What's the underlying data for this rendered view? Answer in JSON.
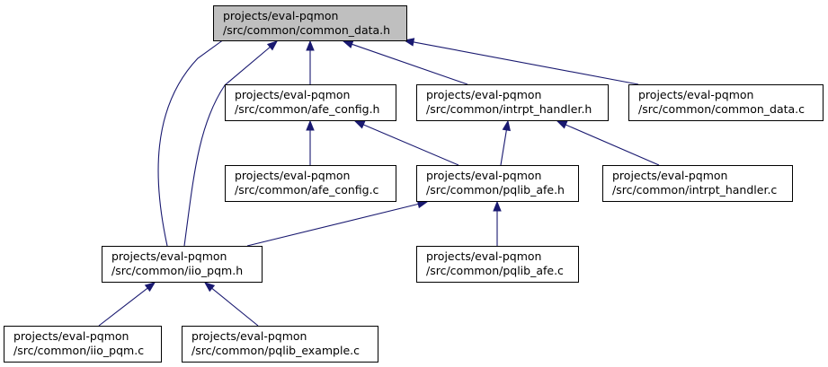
{
  "diagram": {
    "type": "include-dependency-graph",
    "colors": {
      "root_fill": "#bfbfbf",
      "node_fill": "#ffffff",
      "border": "#000000",
      "edge": "#191970"
    },
    "nodes": [
      {
        "id": "common_data_h",
        "line1": "projects/eval-pqmon",
        "line2": "/src/common/common_data.h",
        "root": true
      },
      {
        "id": "afe_config_h",
        "line1": "projects/eval-pqmon",
        "line2": "/src/common/afe_config.h"
      },
      {
        "id": "intrpt_handler_h",
        "line1": "projects/eval-pqmon",
        "line2": "/src/common/intrpt_handler.h"
      },
      {
        "id": "common_data_c",
        "line1": "projects/eval-pqmon",
        "line2": "/src/common/common_data.c"
      },
      {
        "id": "afe_config_c",
        "line1": "projects/eval-pqmon",
        "line2": "/src/common/afe_config.c"
      },
      {
        "id": "pqlib_afe_h",
        "line1": "projects/eval-pqmon",
        "line2": "/src/common/pqlib_afe.h"
      },
      {
        "id": "intrpt_handler_c",
        "line1": "projects/eval-pqmon",
        "line2": "/src/common/intrpt_handler.c"
      },
      {
        "id": "iio_pqm_h",
        "line1": "projects/eval-pqmon",
        "line2": "/src/common/iio_pqm.h"
      },
      {
        "id": "pqlib_afe_c",
        "line1": "projects/eval-pqmon",
        "line2": "/src/common/pqlib_afe.c"
      },
      {
        "id": "iio_pqm_c",
        "line1": "projects/eval-pqmon",
        "line2": "/src/common/iio_pqm.c"
      },
      {
        "id": "pqlib_example_c",
        "line1": "projects/eval-pqmon",
        "line2": "/src/common/pqlib_example.c"
      }
    ],
    "edges": [
      {
        "from": "afe_config_h",
        "to": "common_data_h"
      },
      {
        "from": "intrpt_handler_h",
        "to": "common_data_h"
      },
      {
        "from": "common_data_c",
        "to": "common_data_h"
      },
      {
        "from": "iio_pqm_h",
        "to": "common_data_h",
        "route": "left-outer"
      },
      {
        "from": "iio_pqm_h",
        "to": "common_data_h",
        "route": "left-inner"
      },
      {
        "from": "afe_config_c",
        "to": "afe_config_h"
      },
      {
        "from": "pqlib_afe_h",
        "to": "afe_config_h"
      },
      {
        "from": "pqlib_afe_h",
        "to": "intrpt_handler_h"
      },
      {
        "from": "intrpt_handler_c",
        "to": "intrpt_handler_h"
      },
      {
        "from": "iio_pqm_h",
        "to": "pqlib_afe_h"
      },
      {
        "from": "pqlib_afe_c",
        "to": "pqlib_afe_h"
      },
      {
        "from": "iio_pqm_c",
        "to": "iio_pqm_h"
      },
      {
        "from": "pqlib_example_c",
        "to": "iio_pqm_h"
      }
    ]
  }
}
